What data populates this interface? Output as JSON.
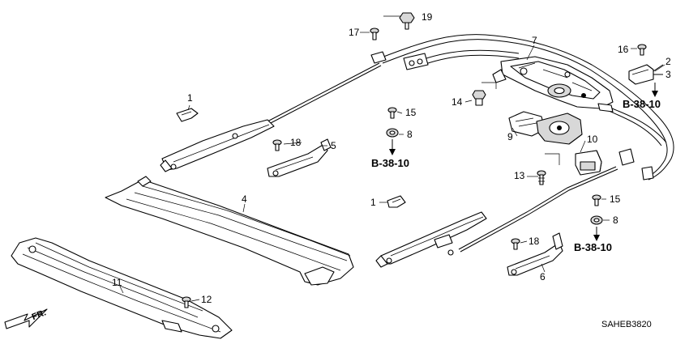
{
  "diagram": {
    "part_labels": {
      "p1a": "1",
      "p1b": "1",
      "p2": "2",
      "p3": "3",
      "p4": "4",
      "p5": "5",
      "p6": "6",
      "p7": "7",
      "p8a": "8",
      "p8b": "8",
      "p9": "9",
      "p10": "10",
      "p11": "11",
      "p12": "12",
      "p13": "13",
      "p14": "14",
      "p15a": "15",
      "p15b": "15",
      "p16": "16",
      "p17": "17",
      "p18a": "18",
      "p18b": "18",
      "p19": "19"
    },
    "refs": {
      "r1": "B-38-10",
      "r2": "B-38-10",
      "r3": "B-38-10"
    },
    "front_marker": "FR.",
    "drawing_code": "SAHEB3820"
  }
}
